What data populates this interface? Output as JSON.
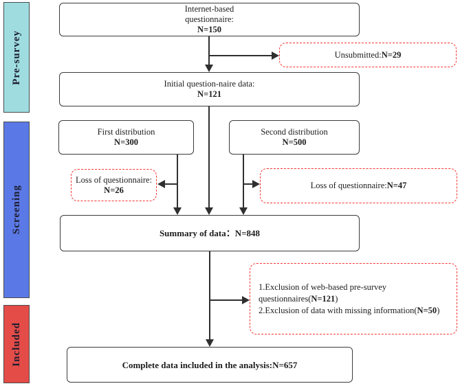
{
  "stages": [
    {
      "label": "Pre-survey",
      "color": "#9edce0"
    },
    {
      "label": "Screening",
      "color": "#5b79e6"
    },
    {
      "label": "Included",
      "color": "#e44c48"
    }
  ],
  "boxes": {
    "internet": {
      "line1": "Internet-based",
      "line2": "questionnaire:",
      "n": "N=150"
    },
    "unsubmitted": {
      "label": "Unsubmitted:",
      "n": "N=29"
    },
    "initial": {
      "line1": "Initial question-naire data:",
      "n": "N=121"
    },
    "first_distribution": {
      "line1": "First distribution",
      "n": "N=300"
    },
    "second_distribution": {
      "line1": "Second distribution",
      "n": "N=500"
    },
    "loss_first": {
      "label": "Loss of questionnaire:",
      "n": "N=26"
    },
    "loss_second": {
      "label": "Loss of questionnaire:",
      "n": "N=47"
    },
    "summary": {
      "label": "Summary of data：",
      "n": "N=848"
    },
    "exclusion": {
      "item1": {
        "pre": "1.Exclusion of web-based pre-survey questionnaires(",
        "n": "N=121",
        "post": ")"
      },
      "item2": {
        "pre": "2.Exclusion of data with missing information(",
        "n": "N=50",
        "post": ")"
      }
    },
    "complete": {
      "label": "Complete data included in the analysis:",
      "n": "N=657"
    }
  },
  "colors": {
    "box_border": "#3a3a3a",
    "dashed_border": "#f23430",
    "connector": "#2f2f2f"
  }
}
